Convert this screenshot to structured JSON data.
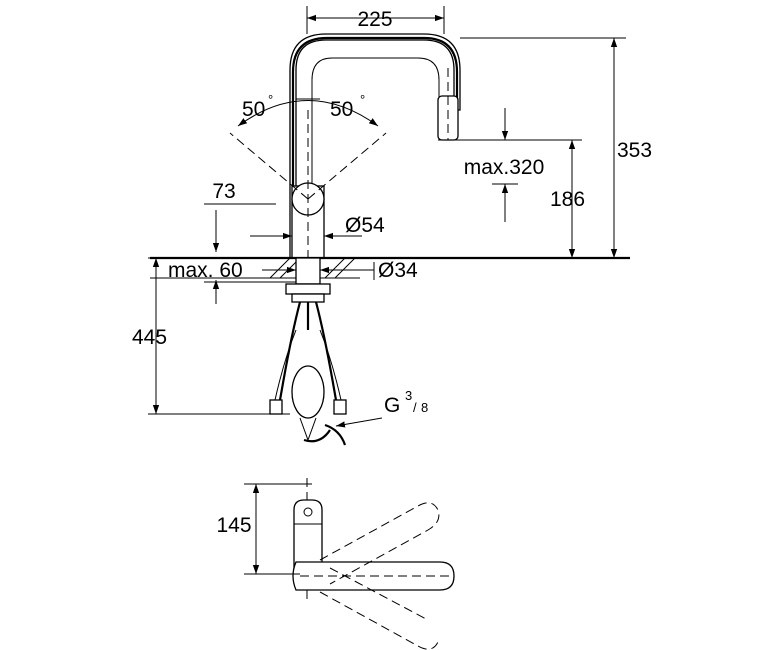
{
  "dimensions": {
    "width_top": "225",
    "height_total": "353",
    "spout_reach": "max.320",
    "spout_height": "186",
    "angle_left": "50",
    "angle_right": "50",
    "degree": "°",
    "handle_offset": "73",
    "body_diameter": "Ø54",
    "hole_diameter": "Ø34",
    "max_thickness": "max. 60",
    "hose_length": "445",
    "thread": "G",
    "thread_num": "3",
    "thread_den": "8",
    "plan_depth": "145"
  }
}
